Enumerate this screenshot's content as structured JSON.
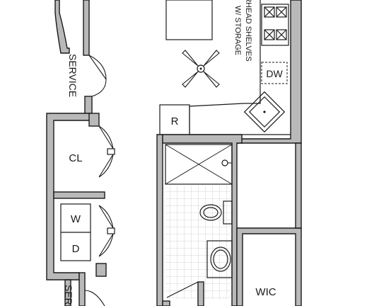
{
  "labels": {
    "service_top": "SERVICE",
    "service_bottom": "SER",
    "closet": "CL",
    "washer": "W",
    "dryer": "D",
    "refrigerator": "R",
    "dishwasher": "DW",
    "walk_in_closet": "WIC",
    "shelves_line1": "OVERHEAD SHELVES",
    "shelves_line2": "W/ STORAGE"
  },
  "colors": {
    "wall_fill": "#b9b9b9",
    "line": "#1a1a1a",
    "tile_grid": "#c8c8c8"
  }
}
